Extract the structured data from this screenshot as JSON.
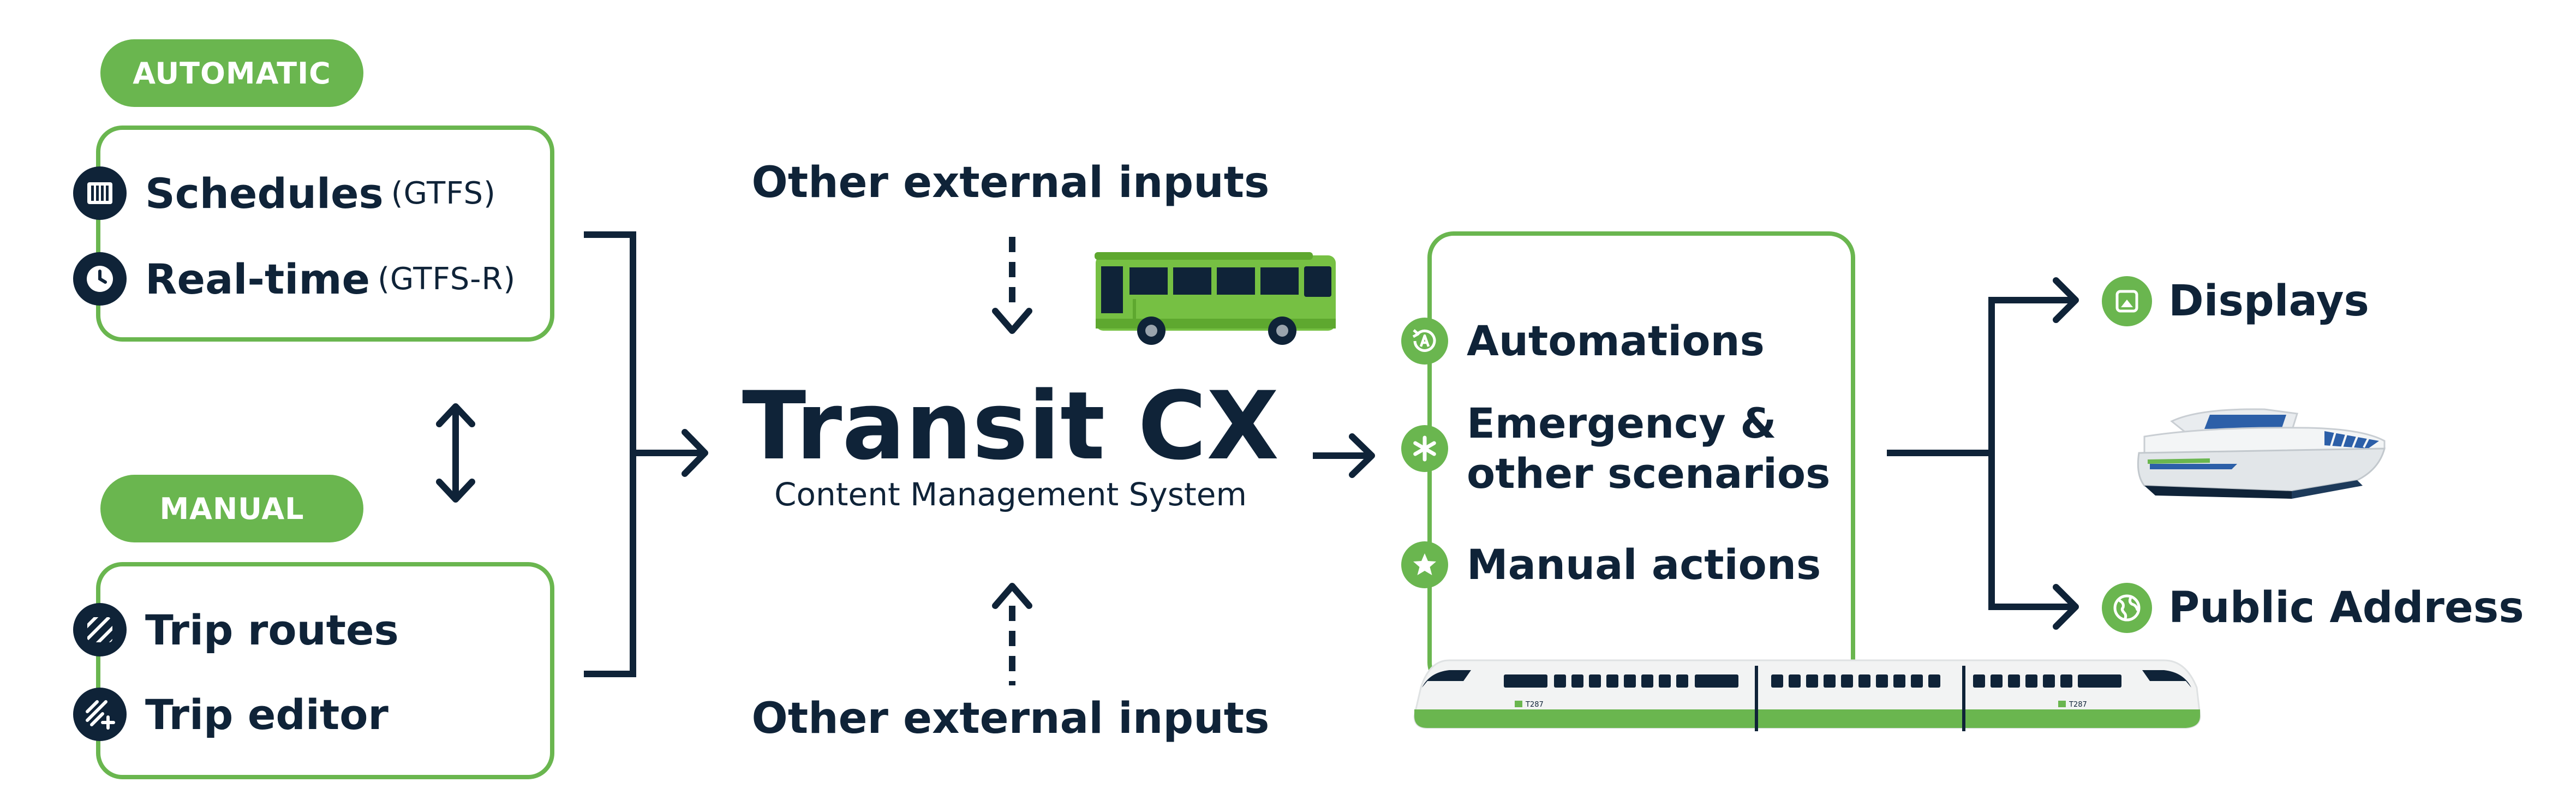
{
  "automatic": {
    "badge": "AUTOMATIC",
    "items": [
      {
        "label": "Schedules",
        "paren": "(GTFS)",
        "icon": "barcode-icon"
      },
      {
        "label": "Real-time",
        "paren": "(GTFS-R)",
        "icon": "clock-icon"
      }
    ]
  },
  "manual": {
    "badge": "MANUAL",
    "items": [
      {
        "label": "Trip routes",
        "icon": "stripes-icon"
      },
      {
        "label": "Trip editor",
        "icon": "stripes-plus-icon"
      }
    ]
  },
  "center": {
    "title": "Transit CX",
    "subtitle": "Content Management System",
    "external_top": "Other external inputs",
    "external_bottom": "Other external inputs"
  },
  "features": {
    "items": [
      {
        "label": "Automations",
        "icon": "auto-refresh-icon"
      },
      {
        "label_line1": "Emergency &",
        "label_line2": "other scenarios",
        "icon": "asterisk-icon"
      },
      {
        "label": "Manual actions",
        "icon": "star-icon"
      }
    ]
  },
  "outputs": {
    "items": [
      {
        "label": "Displays",
        "icon": "display-icon"
      },
      {
        "label": "Public Address",
        "icon": "globe-icon"
      }
    ]
  },
  "train": {
    "car_number": "T287"
  },
  "colors": {
    "green": "#6ab64f",
    "navy": "#0f2338",
    "bus_green": "#76c043"
  }
}
